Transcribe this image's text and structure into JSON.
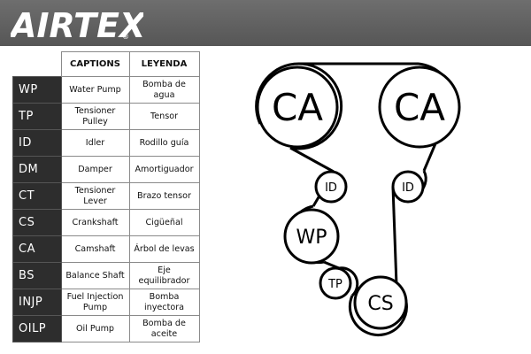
{
  "brand": {
    "logo": "AIRTEX",
    "registered": "®"
  },
  "table": {
    "header_captions": "CAPTIONS",
    "header_leyenda": "LEYENDA",
    "rows": [
      {
        "code": "WP",
        "caption": "Water Pump",
        "leyenda": "Bomba de agua"
      },
      {
        "code": "TP",
        "caption": "Tensioner Pulley",
        "leyenda": "Tensor"
      },
      {
        "code": "ID",
        "caption": "Idler",
        "leyenda": "Rodillo guía"
      },
      {
        "code": "DM",
        "caption": "Damper",
        "leyenda": "Amortiguador"
      },
      {
        "code": "CT",
        "caption": "Tensioner Lever",
        "leyenda": "Brazo tensor"
      },
      {
        "code": "CS",
        "caption": "Crankshaft",
        "leyenda": "Cigüeñal"
      },
      {
        "code": "CA",
        "caption": "Camshaft",
        "leyenda": "Árbol de levas"
      },
      {
        "code": "BS",
        "caption": "Balance Shaft",
        "leyenda": "Eje equilibrador"
      },
      {
        "code": "INJP",
        "caption": "Fuel Injection Pump",
        "leyenda": "Bomba inyectora"
      },
      {
        "code": "OILP",
        "caption": "Oil Pump",
        "leyenda": "Bomba de aceite"
      }
    ]
  },
  "diagram": {
    "labels": {
      "cam_left": "CA",
      "cam_right": "CA",
      "idler_left": "ID",
      "idler_right": "ID",
      "water_pump": "WP",
      "tensioner": "TP",
      "crankshaft": "CS"
    }
  },
  "colors": {
    "header_bg": "#616161",
    "code_cell_bg": "#2d2d2d"
  }
}
